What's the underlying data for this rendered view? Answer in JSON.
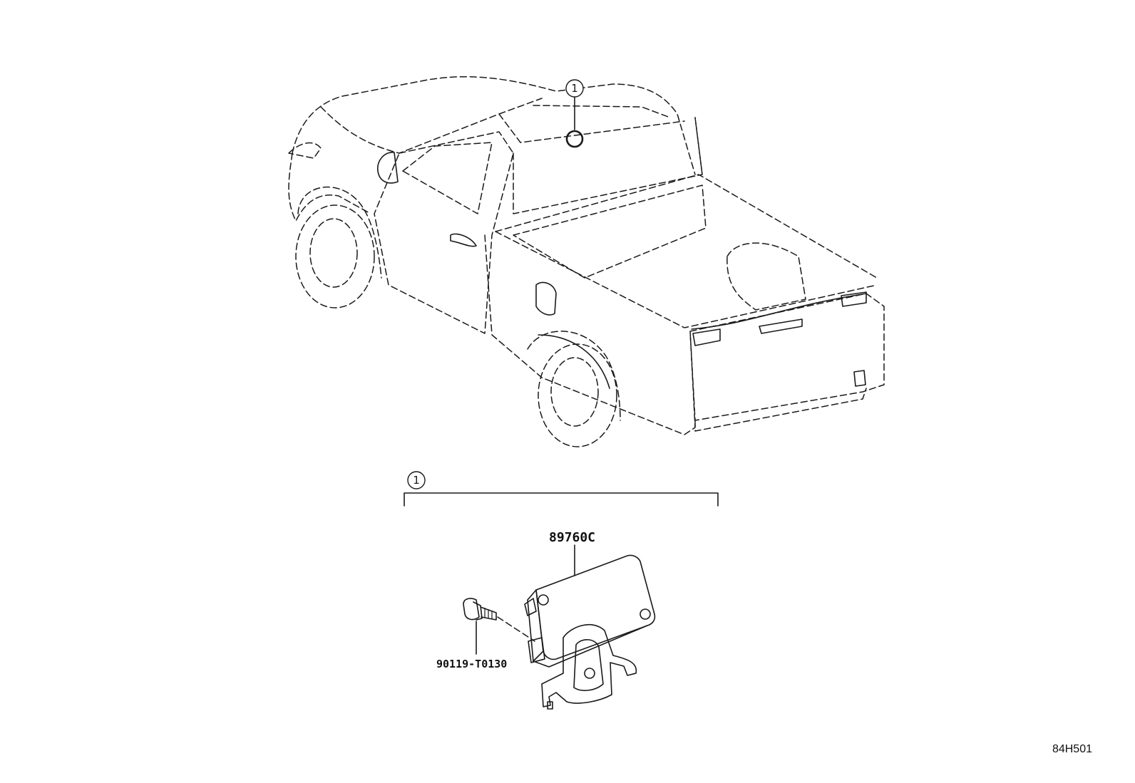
{
  "callouts": {
    "vehicle_callout": "1",
    "group_callout": "1"
  },
  "parts": {
    "module_part_number": "89760C",
    "bolt_part_number": "90119-T0130"
  },
  "diagram_reference": "84H501",
  "colors": {
    "line": "#1a1a1a",
    "background": "#ffffff"
  }
}
